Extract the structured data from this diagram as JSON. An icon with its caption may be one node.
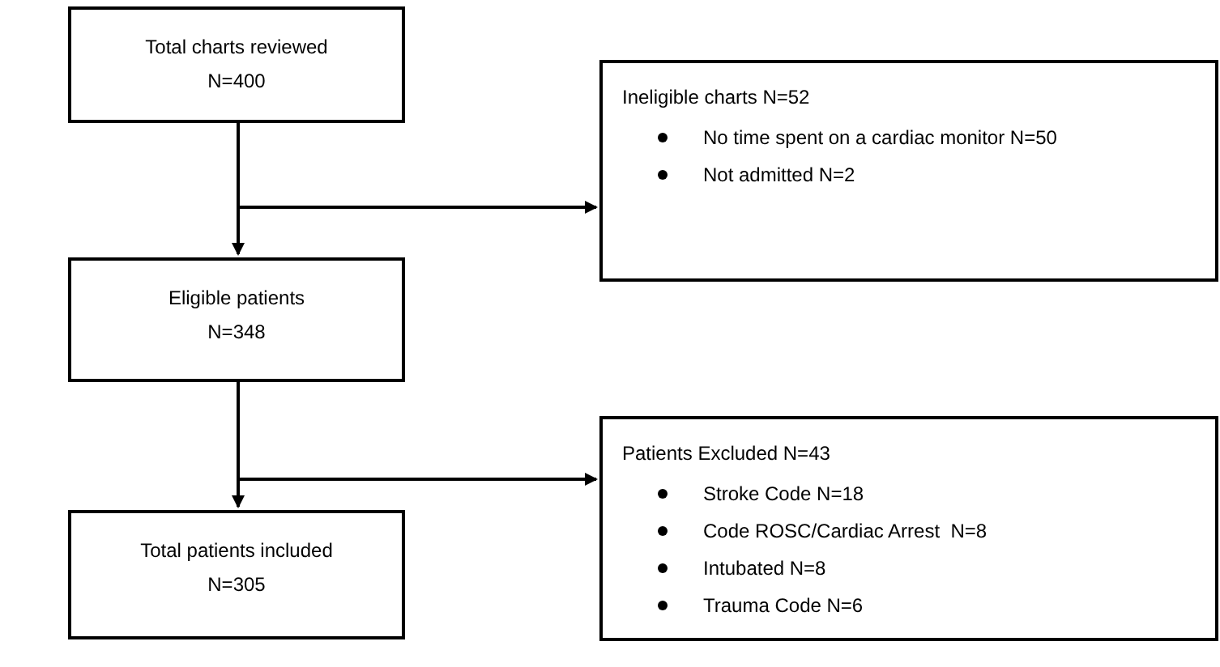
{
  "diagram": {
    "nodes": [
      {
        "text": [
          "Total charts reviewed",
          "N=400"
        ]
      },
      {
        "text": [
          "Ineligible charts N=52",
          "No time spent on a cardiac monitor N=50",
          "Not admitted N=2"
        ]
      },
      {
        "text": [
          "Eligible patients",
          "N=348"
        ]
      },
      {
        "text": [
          "Patients Excluded N=43",
          "Stroke Code N=18",
          "Code ROSC/Cardiac Arrest  N=8",
          "Intubated N=8",
          "Trauma Code N=6"
        ]
      },
      {
        "text": [
          "Total patients included",
          "N=305"
        ]
      }
    ],
    "edges": [
      {
        "from": 0,
        "to": 2,
        "arrow": "to"
      },
      {
        "from": 0,
        "to": 1,
        "arrow": "to"
      },
      {
        "from": 2,
        "to": 4,
        "arrow": "to"
      },
      {
        "from": 2,
        "to": 3,
        "arrow": "to"
      }
    ]
  }
}
